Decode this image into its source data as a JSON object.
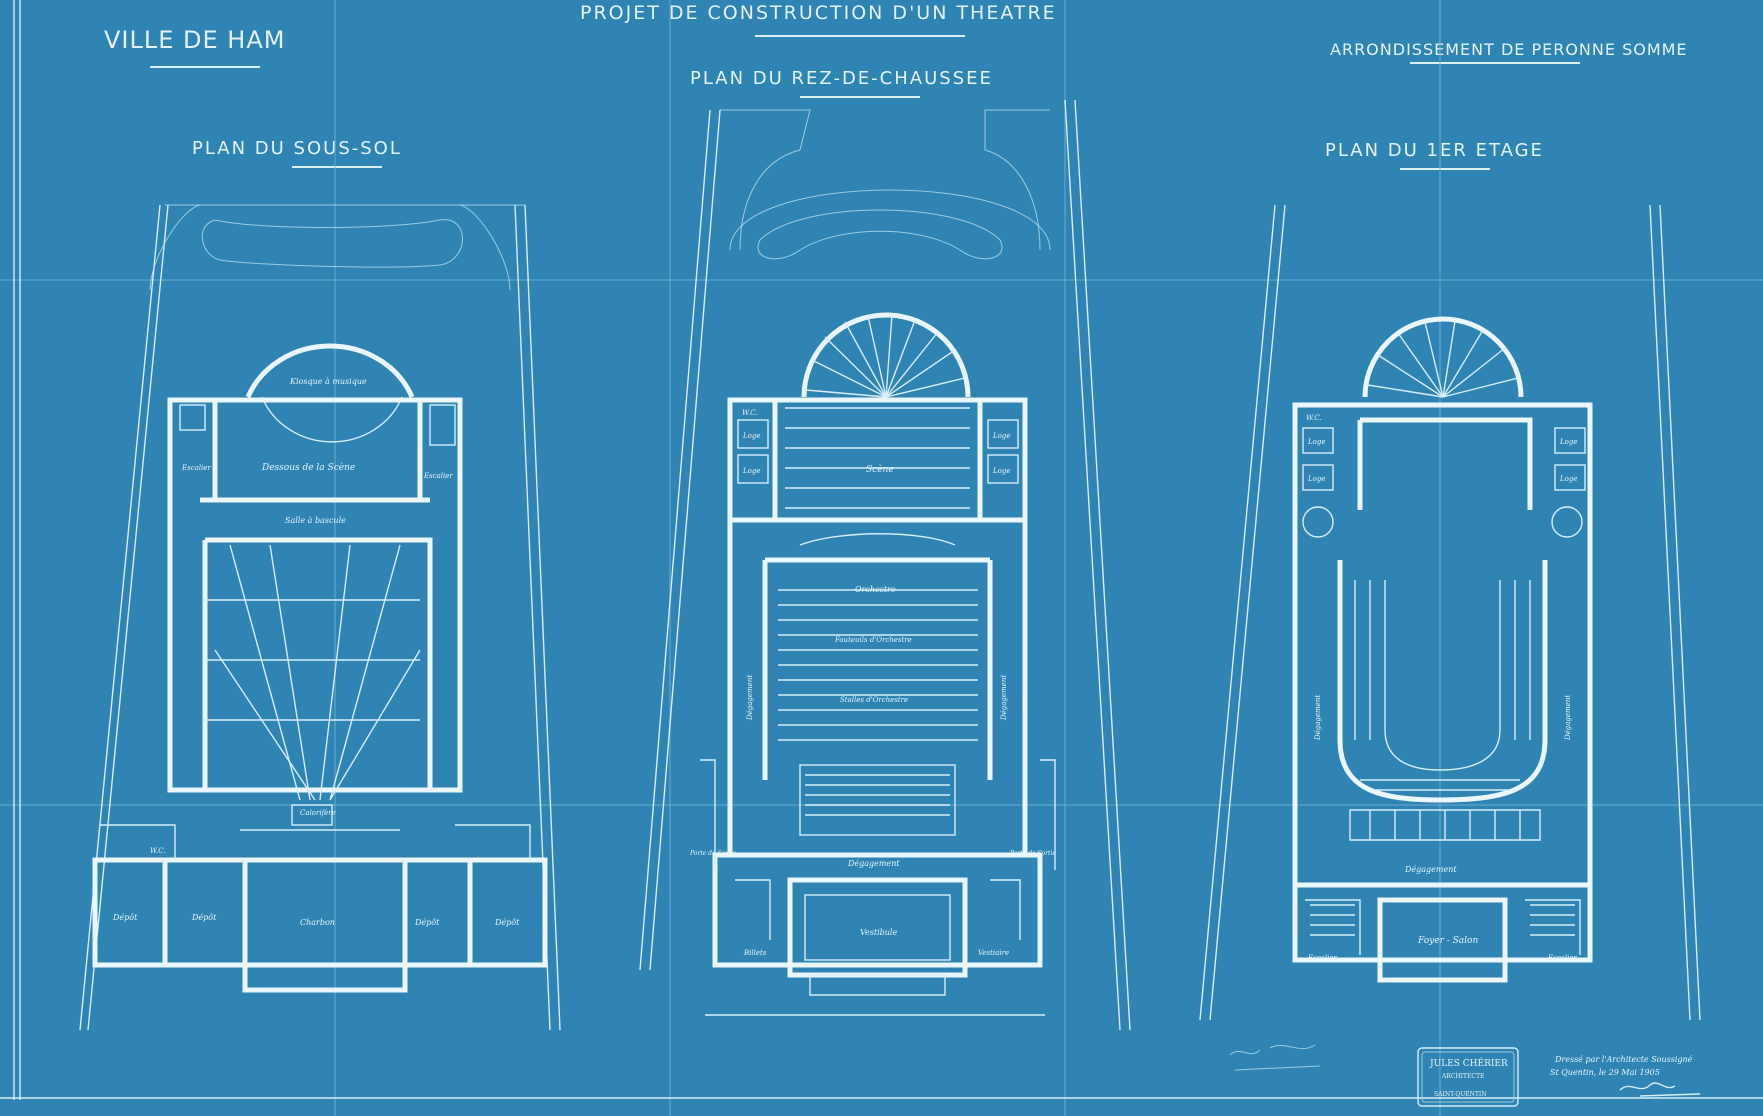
{
  "titles": {
    "main": "PROJET DE CONSTRUCTION D'UN THEATRE",
    "town": "VILLE DE HAM",
    "district": "ARRONDISSEMENT DE PERONNE SOMME",
    "ground_floor": "PLAN DU REZ-DE-CHAUSSEE",
    "basement": "PLAN DU SOUS-SOL",
    "first_floor": "PLAN DU 1er ETAGE"
  },
  "basement_labels": {
    "kiosque": "Kiosque à musique",
    "dessous": "Dessous de la Scène",
    "escalier_left": "Escalier",
    "escalier_right": "Escalier",
    "salle": "Salle à bascule",
    "wc": "W.C.",
    "depot_1": "Dépôt",
    "depot_2": "Dépôt",
    "charbon": "Charbon",
    "depot_3": "Dépôt",
    "depot_4": "Dépôt",
    "calorifere": "Calorifère"
  },
  "ground_labels": {
    "wc": "W.C.",
    "loge_l1": "Loge",
    "loge_l2": "Loge",
    "loge_r1": "Loge",
    "loge_r2": "Loge",
    "scene": "Scène",
    "orchestre": "Orchestre",
    "fauteuils": "Fauteuils d'Orchestre",
    "stalles": "Stalles d'Orchestre",
    "degagement_left": "Dégagement",
    "degagement_right": "Dégagement",
    "degagement_bottom": "Dégagement",
    "vestibule": "Vestibule",
    "billets": "Billets",
    "vestiaire": "Vestiaire",
    "porte_left": "Porte de Sortie",
    "porte_right": "Porte de Sortie"
  },
  "first_labels": {
    "wc": "W.C.",
    "loge_l1": "Loge",
    "loge_l2": "Loge",
    "loge_r1": "Loge",
    "loge_r2": "Loge",
    "degagement_left": "Dégagement",
    "degagement_right": "Dégagement",
    "degagement_bottom": "Dégagement",
    "foyer": "Foyer - Salon",
    "escalier_left": "Escalier",
    "escalier_right": "Escalier"
  },
  "stamp": {
    "line1": "JULES CHÉRIER",
    "line2": "ARCHITECTE",
    "line3": "SAINT-QUENTIN"
  },
  "signature_note": {
    "line1": "Dressé par l'Architecte Soussigné",
    "line2": "St Quentin, le 29 Mai 1905"
  },
  "colors": {
    "paper": "#2f84b3",
    "ink": "#eaf6fc"
  }
}
